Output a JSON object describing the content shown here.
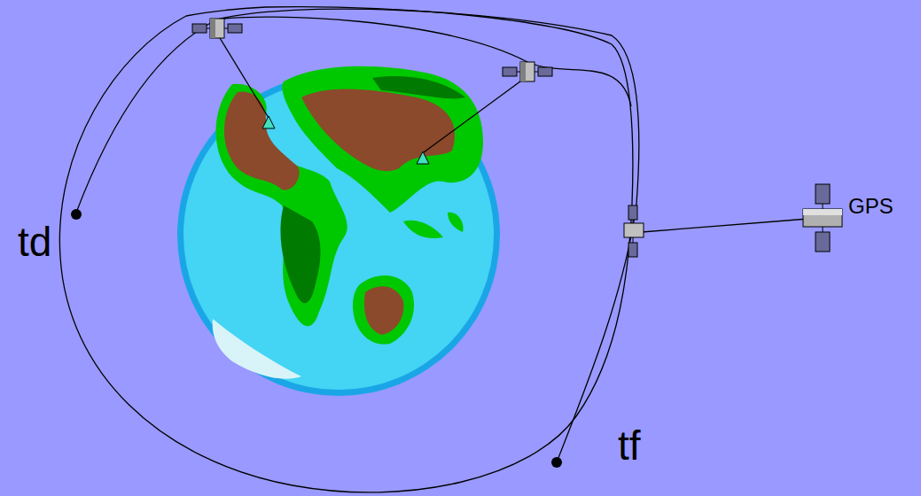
{
  "diagram": {
    "labels": [
      "td",
      "GPS",
      "tf"
    ]
  }
}
